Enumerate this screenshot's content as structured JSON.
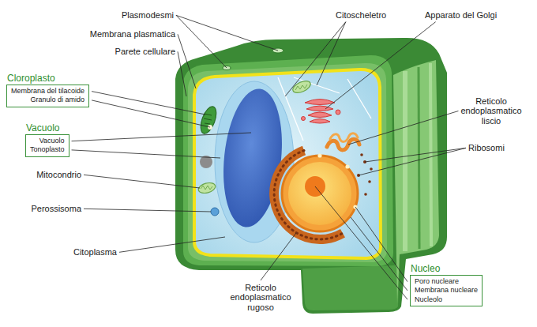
{
  "diagram": {
    "nodes": [
      {
        "text": [
          "Cloroplasto",
          "Membrana del tilacoide",
          "Granulo di amido"
        ]
      },
      {
        "text": [
          "Vacuolo",
          "Vacuolo",
          "Tonoplasto"
        ]
      },
      {
        "text": [
          "Nucleo",
          "Poro nucleare",
          "Membrana nucleare",
          "Nucleolo"
        ]
      }
    ],
    "labels": [
      "Plasmodesmi",
      "Citoscheletro",
      "Apparato del Golgi",
      "Membrana plasmatica",
      "Parete cellulare",
      "Reticolo endoplasmatico liscio",
      "Ribosomi",
      "Mitocondrio",
      "Perossisoma",
      "Citoplasma",
      "Reticolo endoplasmatico rugoso"
    ]
  }
}
